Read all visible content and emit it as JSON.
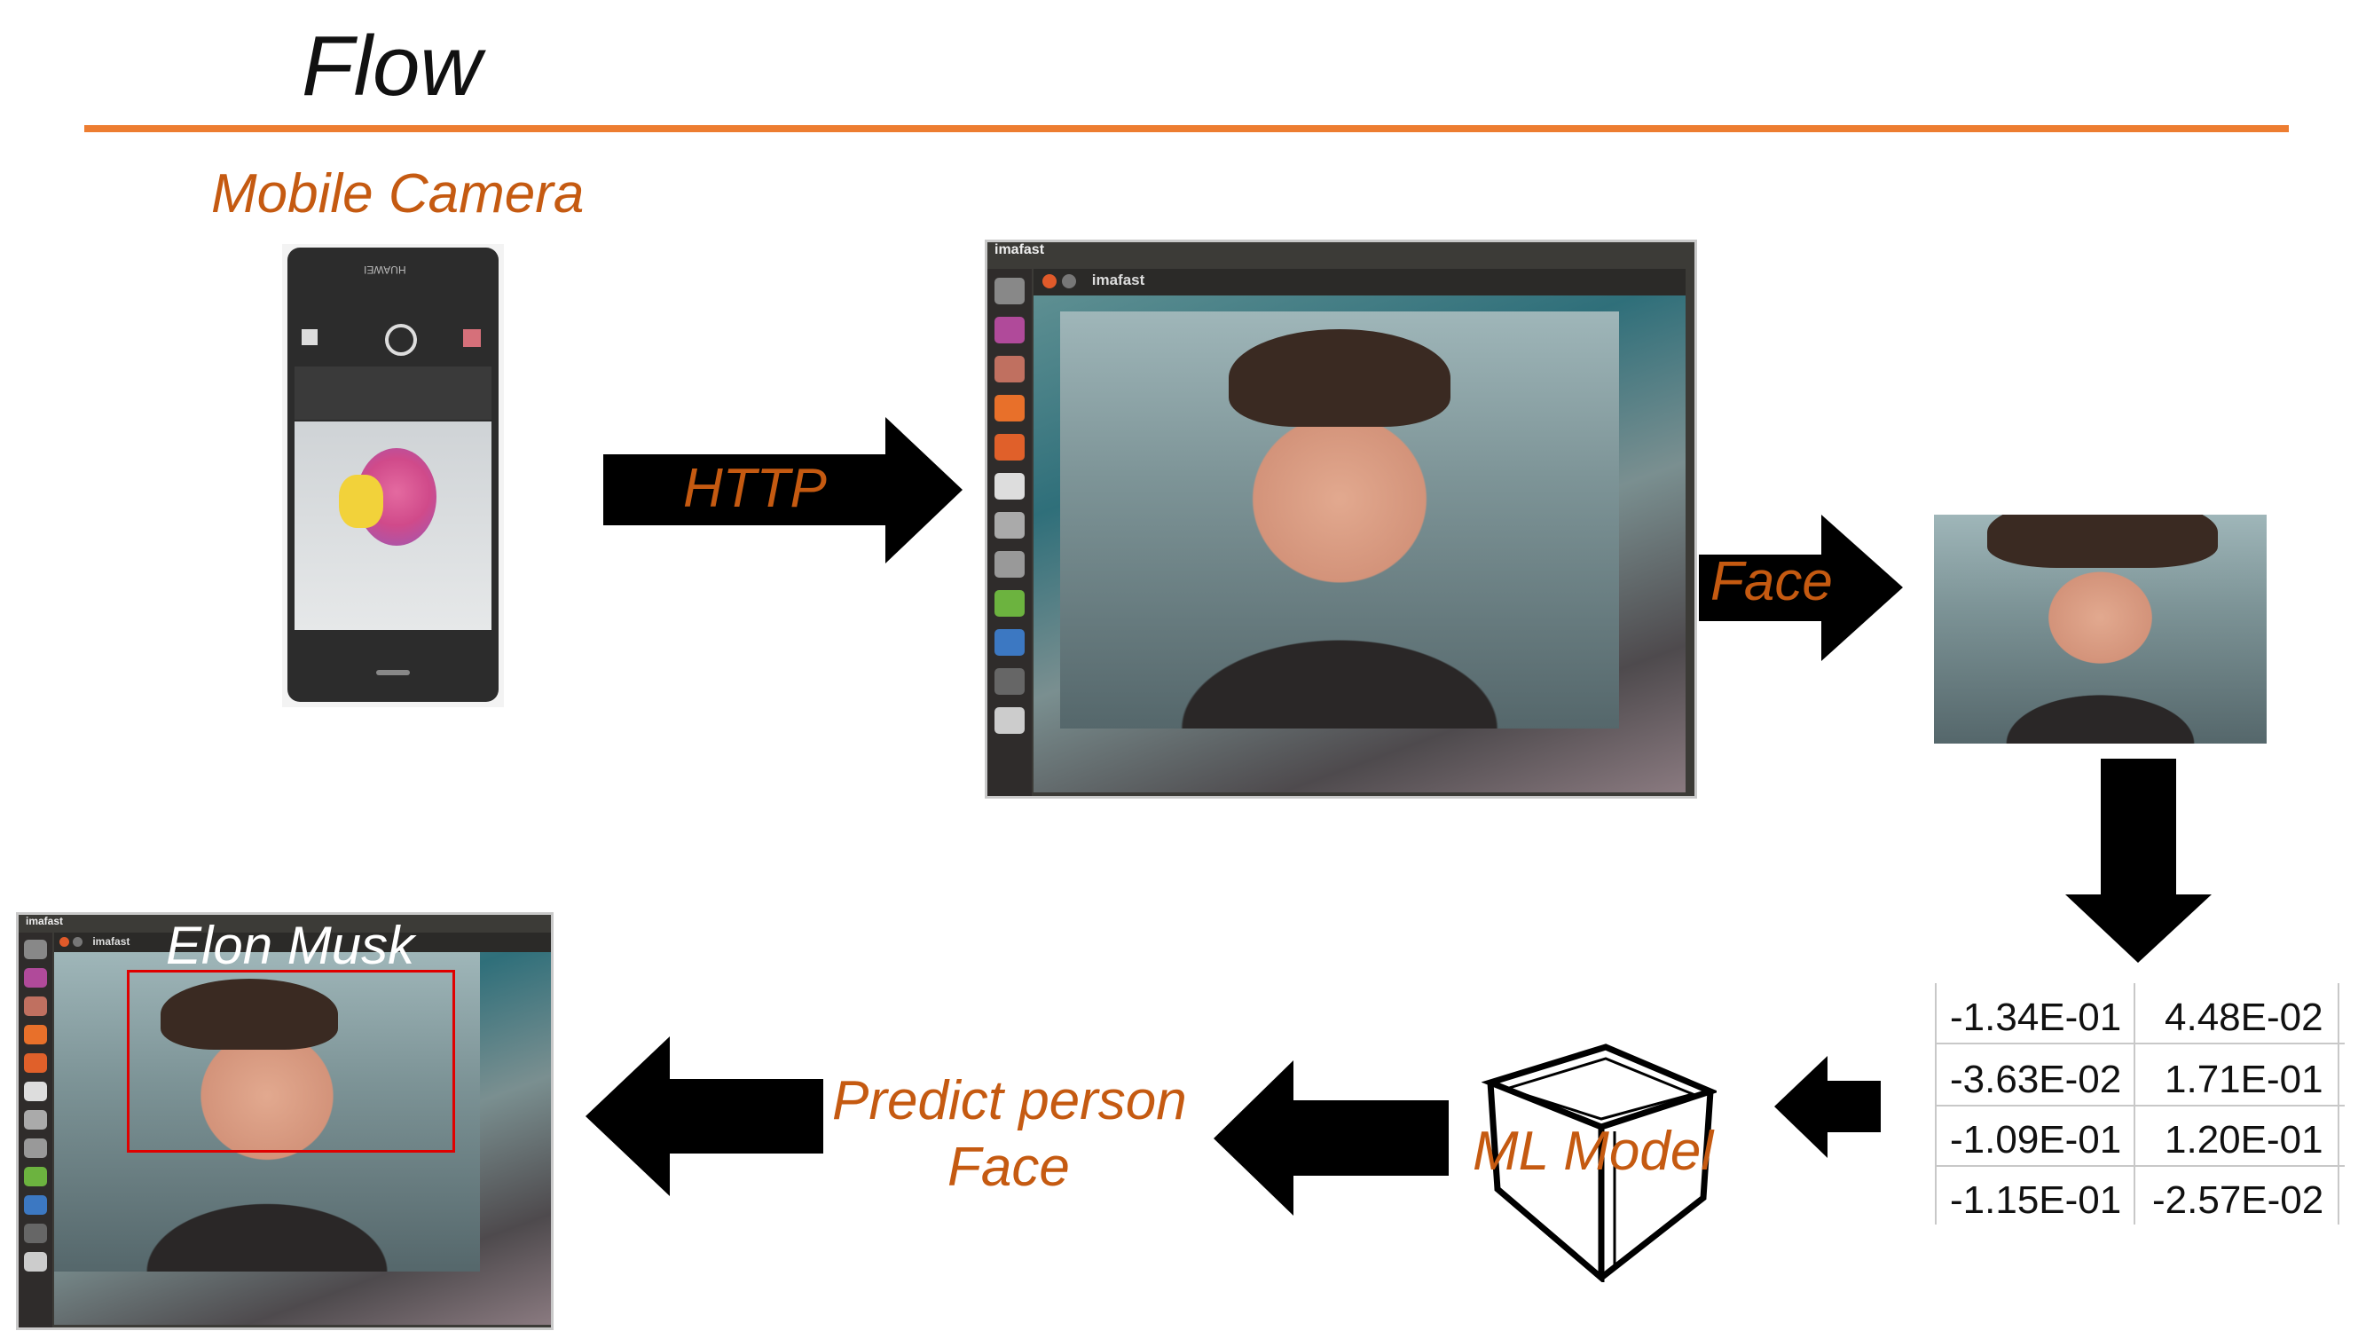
{
  "title": "Flow",
  "labels": {
    "mobile_camera": "Mobile Camera",
    "http": "HTTP",
    "face": "Face",
    "ml_model": "ML Model",
    "predict_line1": "Predict person",
    "predict_line2": "Face",
    "prediction_name": "Elon Musk"
  },
  "phone": {
    "brand": "HUAWEI"
  },
  "window": {
    "outer_title": "imafast",
    "inner_title": "imafast"
  },
  "embedding_table": {
    "rows": [
      [
        "-1.34E-01",
        "4.48E-02"
      ],
      [
        "-3.63E-02",
        "1.71E-01"
      ],
      [
        "-1.09E-01",
        "1.20E-01"
      ],
      [
        "-1.15E-01",
        "-2.57E-02"
      ]
    ]
  },
  "colors": {
    "accent_rule": "#ed7d31",
    "label_orange": "#c55a11",
    "bbox_red": "#e00000"
  }
}
